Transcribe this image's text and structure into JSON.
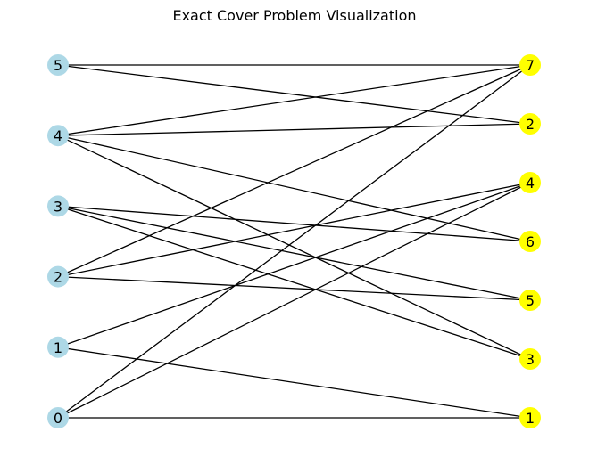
{
  "title": "Exact Cover Problem Visualization",
  "colors": {
    "left_node": "#add8e6",
    "right_node": "#ffff00",
    "edge": "#000000",
    "background": "#ffffff"
  },
  "left_nodes": [
    {
      "id": "L5",
      "label": "5"
    },
    {
      "id": "L4",
      "label": "4"
    },
    {
      "id": "L3",
      "label": "3"
    },
    {
      "id": "L2",
      "label": "2"
    },
    {
      "id": "L1",
      "label": "1"
    },
    {
      "id": "L0",
      "label": "0"
    }
  ],
  "right_nodes": [
    {
      "id": "R7",
      "label": "7"
    },
    {
      "id": "R2",
      "label": "2"
    },
    {
      "id": "R4",
      "label": "4"
    },
    {
      "id": "R6",
      "label": "6"
    },
    {
      "id": "R5",
      "label": "5"
    },
    {
      "id": "R3",
      "label": "3"
    },
    {
      "id": "R1",
      "label": "1"
    }
  ],
  "edges": [
    [
      "L5",
      "R7"
    ],
    [
      "L5",
      "R2"
    ],
    [
      "L4",
      "R7"
    ],
    [
      "L4",
      "R2"
    ],
    [
      "L4",
      "R6"
    ],
    [
      "L4",
      "R3"
    ],
    [
      "L3",
      "R6"
    ],
    [
      "L3",
      "R5"
    ],
    [
      "L3",
      "R3"
    ],
    [
      "L2",
      "R7"
    ],
    [
      "L2",
      "R4"
    ],
    [
      "L2",
      "R5"
    ],
    [
      "L1",
      "R4"
    ],
    [
      "L1",
      "R1"
    ],
    [
      "L0",
      "R7"
    ],
    [
      "L0",
      "R4"
    ],
    [
      "L0",
      "R1"
    ]
  ]
}
